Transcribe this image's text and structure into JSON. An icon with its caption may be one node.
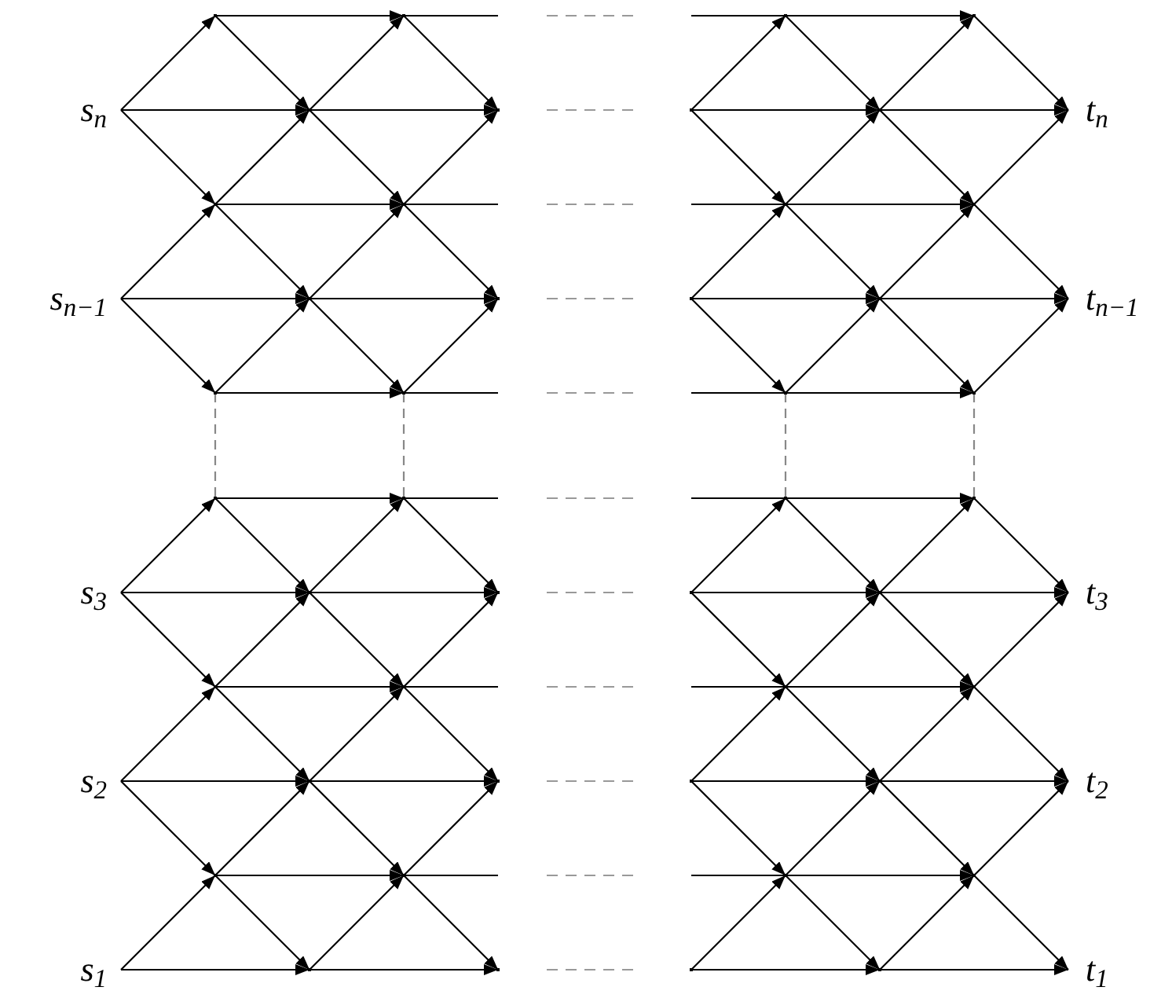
{
  "diagram": {
    "nodes": [
      {
        "text": [],
        "shape": "point"
      },
      {
        "text": [],
        "shape": "point"
      },
      {
        "text": [],
        "shape": "point"
      },
      {
        "text": [],
        "shape": "point"
      },
      {
        "text": [
          "s$_{n}$"
        ]
      },
      {
        "text": [],
        "shape": "point"
      },
      {
        "text": [],
        "shape": "point"
      },
      {
        "text": [],
        "shape": "point"
      },
      {
        "text": [],
        "shape": "point"
      },
      {
        "text": [
          "t$_{n}$"
        ]
      },
      {
        "text": [],
        "shape": "point"
      },
      {
        "text": [],
        "shape": "point"
      },
      {
        "text": [],
        "shape": "point"
      },
      {
        "text": [],
        "shape": "point"
      },
      {
        "text": [
          "s$_{n−1}$"
        ]
      },
      {
        "text": [],
        "shape": "point"
      },
      {
        "text": [],
        "shape": "point"
      },
      {
        "text": [],
        "shape": "point"
      },
      {
        "text": [],
        "shape": "point"
      },
      {
        "text": [
          "t$_{n−1}$"
        ]
      },
      {
        "text": [],
        "shape": "point"
      },
      {
        "text": [],
        "shape": "point"
      },
      {
        "text": [],
        "shape": "point"
      },
      {
        "text": [],
        "shape": "point"
      },
      {
        "text": [],
        "shape": "point"
      },
      {
        "text": [],
        "shape": "point"
      },
      {
        "text": [],
        "shape": "point"
      },
      {
        "text": [],
        "shape": "point"
      },
      {
        "text": [
          "s$_{3}$"
        ]
      },
      {
        "text": [],
        "shape": "point"
      },
      {
        "text": [],
        "shape": "point"
      },
      {
        "text": [],
        "shape": "point"
      },
      {
        "text": [],
        "shape": "point"
      },
      {
        "text": [
          "t$_{3}$"
        ]
      },
      {
        "text": [],
        "shape": "point"
      },
      {
        "text": [],
        "shape": "point"
      },
      {
        "text": [],
        "shape": "point"
      },
      {
        "text": [],
        "shape": "point"
      },
      {
        "text": [
          "s$_{2}$"
        ]
      },
      {
        "text": [],
        "shape": "point"
      },
      {
        "text": [],
        "shape": "point"
      },
      {
        "text": [],
        "shape": "point"
      },
      {
        "text": [],
        "shape": "point"
      },
      {
        "text": [
          "t$_{2}$"
        ]
      },
      {
        "text": [],
        "shape": "point"
      },
      {
        "text": [],
        "shape": "point"
      },
      {
        "text": [],
        "shape": "point"
      },
      {
        "text": [],
        "shape": "point"
      },
      {
        "text": [
          "s$_{1}$"
        ]
      },
      {
        "text": [],
        "shape": "point"
      },
      {
        "text": [],
        "shape": "point"
      },
      {
        "text": [],
        "shape": "point"
      },
      {
        "text": [],
        "shape": "point"
      },
      {
        "text": [
          "t$_{1}$"
        ]
      }
    ],
    "edges": [
      {
        "from": 0,
        "to": 1,
        "arrow": "to"
      },
      {
        "from": 1,
        "to": null,
        "arrow": "none"
      },
      {
        "from": null,
        "to": 2,
        "arrow": "none"
      },
      {
        "from": 2,
        "to": 3,
        "arrow": "to"
      },
      {
        "from": 4,
        "to": 5,
        "arrow": "to"
      },
      {
        "from": 5,
        "to": 6,
        "arrow": "to"
      },
      {
        "from": 7,
        "to": 8,
        "arrow": "to"
      },
      {
        "from": 8,
        "to": 9,
        "arrow": "to"
      },
      {
        "from": 10,
        "to": 11,
        "arrow": "to"
      },
      {
        "from": 11,
        "to": null,
        "arrow": "none"
      },
      {
        "from": null,
        "to": 12,
        "arrow": "none"
      },
      {
        "from": 12,
        "to": 13,
        "arrow": "to"
      },
      {
        "from": 14,
        "to": 15,
        "arrow": "to"
      },
      {
        "from": 15,
        "to": 16,
        "arrow": "to"
      },
      {
        "from": 17,
        "to": 18,
        "arrow": "to"
      },
      {
        "from": 18,
        "to": 19,
        "arrow": "to"
      },
      {
        "from": 20,
        "to": 21,
        "arrow": "to"
      },
      {
        "from": 21,
        "to": null,
        "arrow": "none"
      },
      {
        "from": null,
        "to": 22,
        "arrow": "none"
      },
      {
        "from": 22,
        "to": 23,
        "arrow": "to"
      },
      {
        "from": 24,
        "to": 25,
        "arrow": "to"
      },
      {
        "from": 25,
        "to": null,
        "arrow": "none"
      },
      {
        "from": null,
        "to": 26,
        "arrow": "none"
      },
      {
        "from": 26,
        "to": 27,
        "arrow": "to"
      },
      {
        "from": 28,
        "to": 29,
        "arrow": "to"
      },
      {
        "from": 29,
        "to": 30,
        "arrow": "to"
      },
      {
        "from": 31,
        "to": 32,
        "arrow": "to"
      },
      {
        "from": 32,
        "to": 33,
        "arrow": "to"
      },
      {
        "from": 34,
        "to": 35,
        "arrow": "to"
      },
      {
        "from": 35,
        "to": null,
        "arrow": "none"
      },
      {
        "from": null,
        "to": 36,
        "arrow": "none"
      },
      {
        "from": 36,
        "to": 37,
        "arrow": "to"
      },
      {
        "from": 38,
        "to": 39,
        "arrow": "to"
      },
      {
        "from": 39,
        "to": 40,
        "arrow": "to"
      },
      {
        "from": 41,
        "to": 42,
        "arrow": "to"
      },
      {
        "from": 42,
        "to": 43,
        "arrow": "to"
      },
      {
        "from": 44,
        "to": 45,
        "arrow": "to"
      },
      {
        "from": 45,
        "to": null,
        "arrow": "none"
      },
      {
        "from": null,
        "to": 46,
        "arrow": "none"
      },
      {
        "from": 46,
        "to": 47,
        "arrow": "to"
      },
      {
        "from": 48,
        "to": 49,
        "arrow": "to"
      },
      {
        "from": 49,
        "to": 50,
        "arrow": "to"
      },
      {
        "from": 51,
        "to": 52,
        "arrow": "to"
      },
      {
        "from": 52,
        "to": 53,
        "arrow": "to"
      },
      {
        "from": 4,
        "to": 0,
        "arrow": "to"
      },
      {
        "from": 0,
        "to": 5,
        "arrow": "to"
      },
      {
        "from": 5,
        "to": 1,
        "arrow": "to"
      },
      {
        "from": 1,
        "to": 6,
        "arrow": "to"
      },
      {
        "from": 7,
        "to": 2,
        "arrow": "to"
      },
      {
        "from": 2,
        "to": 8,
        "arrow": "to"
      },
      {
        "from": 8,
        "to": 3,
        "arrow": "to"
      },
      {
        "from": 3,
        "to": 9,
        "arrow": "to"
      },
      {
        "from": 4,
        "to": 10,
        "arrow": "to"
      },
      {
        "from": 10,
        "to": 5,
        "arrow": "to"
      },
      {
        "from": 5,
        "to": 11,
        "arrow": "to"
      },
      {
        "from": 11,
        "to": 6,
        "arrow": "to"
      },
      {
        "from": 7,
        "to": 12,
        "arrow": "to"
      },
      {
        "from": 12,
        "to": 8,
        "arrow": "to"
      },
      {
        "from": 8,
        "to": 13,
        "arrow": "to"
      },
      {
        "from": 13,
        "to": 9,
        "arrow": "to"
      },
      {
        "from": 14,
        "to": 10,
        "arrow": "to"
      },
      {
        "from": 10,
        "to": 15,
        "arrow": "to"
      },
      {
        "from": 15,
        "to": 11,
        "arrow": "to"
      },
      {
        "from": 11,
        "to": 16,
        "arrow": "to"
      },
      {
        "from": 17,
        "to": 12,
        "arrow": "to"
      },
      {
        "from": 12,
        "to": 18,
        "arrow": "to"
      },
      {
        "from": 18,
        "to": 13,
        "arrow": "to"
      },
      {
        "from": 13,
        "to": 19,
        "arrow": "to"
      },
      {
        "from": 14,
        "to": 20,
        "arrow": "to"
      },
      {
        "from": 20,
        "to": 15,
        "arrow": "to"
      },
      {
        "from": 15,
        "to": 21,
        "arrow": "to"
      },
      {
        "from": 21,
        "to": 16,
        "arrow": "to"
      },
      {
        "from": 17,
        "to": 22,
        "arrow": "to"
      },
      {
        "from": 22,
        "to": 18,
        "arrow": "to"
      },
      {
        "from": 18,
        "to": 23,
        "arrow": "to"
      },
      {
        "from": 23,
        "to": 19,
        "arrow": "to"
      },
      {
        "from": 28,
        "to": 24,
        "arrow": "to"
      },
      {
        "from": 24,
        "to": 29,
        "arrow": "to"
      },
      {
        "from": 29,
        "to": 25,
        "arrow": "to"
      },
      {
        "from": 25,
        "to": 30,
        "arrow": "to"
      },
      {
        "from": 31,
        "to": 26,
        "arrow": "to"
      },
      {
        "from": 26,
        "to": 32,
        "arrow": "to"
      },
      {
        "from": 32,
        "to": 27,
        "arrow": "to"
      },
      {
        "from": 27,
        "to": 33,
        "arrow": "to"
      },
      {
        "from": 28,
        "to": 34,
        "arrow": "to"
      },
      {
        "from": 34,
        "to": 29,
        "arrow": "to"
      },
      {
        "from": 29,
        "to": 35,
        "arrow": "to"
      },
      {
        "from": 35,
        "to": 30,
        "arrow": "to"
      },
      {
        "from": 31,
        "to": 36,
        "arrow": "to"
      },
      {
        "from": 36,
        "to": 32,
        "arrow": "to"
      },
      {
        "from": 32,
        "to": 37,
        "arrow": "to"
      },
      {
        "from": 37,
        "to": 33,
        "arrow": "to"
      },
      {
        "from": 38,
        "to": 34,
        "arrow": "to"
      },
      {
        "from": 34,
        "to": 39,
        "arrow": "to"
      },
      {
        "from": 39,
        "to": 35,
        "arrow": "to"
      },
      {
        "from": 35,
        "to": 40,
        "arrow": "to"
      },
      {
        "from": 41,
        "to": 36,
        "arrow": "to"
      },
      {
        "from": 36,
        "to": 42,
        "arrow": "to"
      },
      {
        "from": 42,
        "to": 37,
        "arrow": "to"
      },
      {
        "from": 37,
        "to": 43,
        "arrow": "to"
      },
      {
        "from": 38,
        "to": 44,
        "arrow": "to"
      },
      {
        "from": 44,
        "to": 39,
        "arrow": "to"
      },
      {
        "from": 39,
        "to": 45,
        "arrow": "to"
      },
      {
        "from": 45,
        "to": 40,
        "arrow": "to"
      },
      {
        "from": 41,
        "to": 46,
        "arrow": "to"
      },
      {
        "from": 46,
        "to": 42,
        "arrow": "to"
      },
      {
        "from": 42,
        "to": 47,
        "arrow": "to"
      },
      {
        "from": 47,
        "to": 43,
        "arrow": "to"
      },
      {
        "from": 48,
        "to": 44,
        "arrow": "to"
      },
      {
        "from": 44,
        "to": 49,
        "arrow": "to"
      },
      {
        "from": 49,
        "to": 45,
        "arrow": "to"
      },
      {
        "from": 45,
        "to": 50,
        "arrow": "to"
      },
      {
        "from": 51,
        "to": 46,
        "arrow": "to"
      },
      {
        "from": 46,
        "to": 52,
        "arrow": "to"
      },
      {
        "from": 52,
        "to": 47,
        "arrow": "to"
      },
      {
        "from": 47,
        "to": 53,
        "arrow": "to"
      },
      {
        "from": 20,
        "to": 24,
        "arrow": "none",
        "style": "dashed",
        "color": "#888888"
      },
      {
        "from": 21,
        "to": 25,
        "arrow": "none",
        "style": "dashed",
        "color": "#888888"
      },
      {
        "from": 22,
        "to": 26,
        "arrow": "none",
        "style": "dashed",
        "color": "#888888"
      },
      {
        "from": 23,
        "to": 27,
        "arrow": "none",
        "style": "dashed",
        "color": "#888888"
      }
    ]
  }
}
